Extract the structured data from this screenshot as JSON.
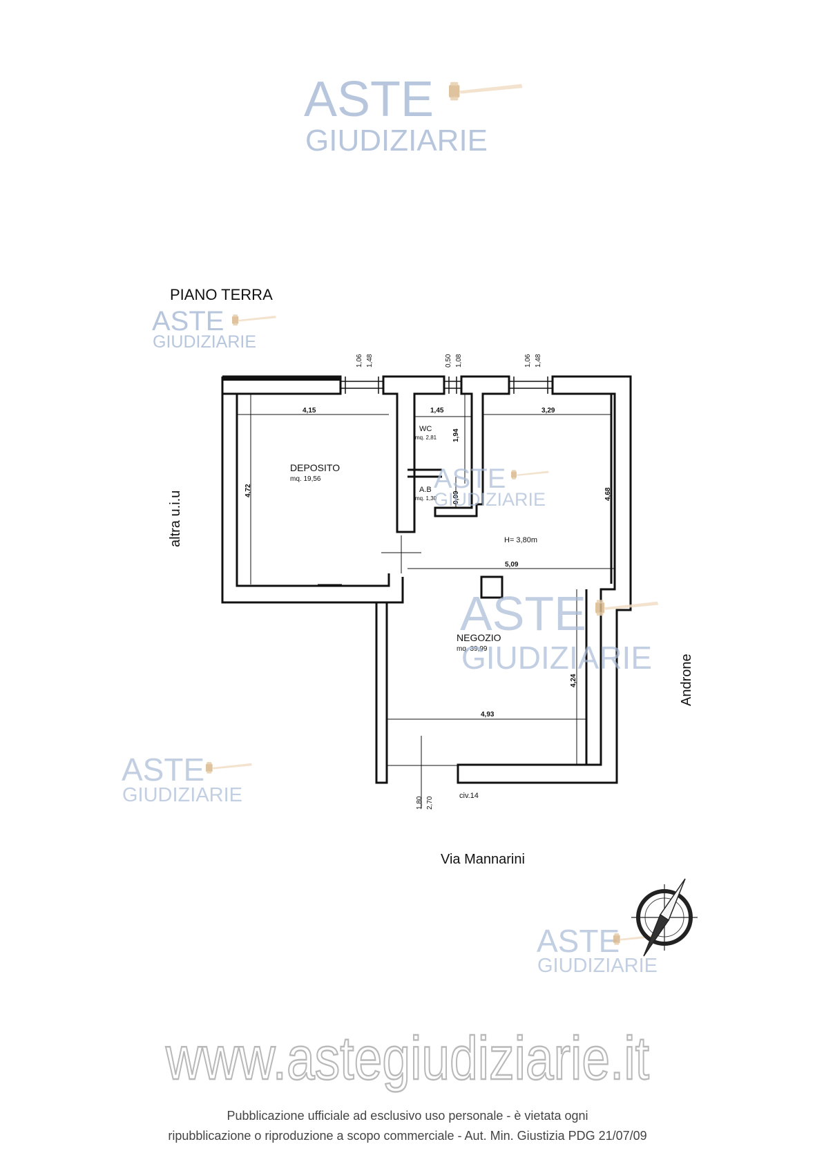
{
  "watermark": {
    "line1": "ASTE",
    "line2": "GIUDIZIARIE"
  },
  "title": "PIANO TERRA",
  "labels": {
    "left_neighbor": "altra u.i.u",
    "right_neighbor": "Androne",
    "street": "Via Mannarini",
    "civic": "civ.14",
    "height": "H= 3,80m"
  },
  "rooms": {
    "deposito": {
      "name": "DEPOSITO",
      "area": "mq. 19,56"
    },
    "wc": {
      "name": "WC",
      "area": "mq. 2,81"
    },
    "ab": {
      "name": "A.B",
      "area": "mq. 1,30"
    },
    "negozio": {
      "name": "NEGOZIO",
      "area": "mq. 39,99"
    }
  },
  "dimensions": {
    "w1_a": "1,06",
    "w1_b": "1,48",
    "w2_a": "0,50",
    "w2_b": "1,08",
    "w3_a": "1,06",
    "w3_b": "1,48",
    "dep_width": "4,15",
    "wc_width": "1,45",
    "r_width": "3,29",
    "dep_height": "4,72",
    "wc_height": "1,94",
    "ab_height": "0,90",
    "r_height": "4,68",
    "mid_width": "5,09",
    "neg_height": "4,24",
    "neg_width": "4,93",
    "door_a": "1,80",
    "door_b": "2,70"
  },
  "site_url": "www.astegiudiziarie.it",
  "footer": {
    "line1": "Pubblicazione ufficiale ad esclusivo uso personale - è vietata ogni",
    "line2": "ripubblicazione o riproduzione a scopo commerciale - Aut. Min. Giustizia PDG 21/07/09"
  },
  "colors": {
    "wall": "#111111",
    "watermark": "#9fb4d2",
    "gavel": "#e8d2b0"
  }
}
